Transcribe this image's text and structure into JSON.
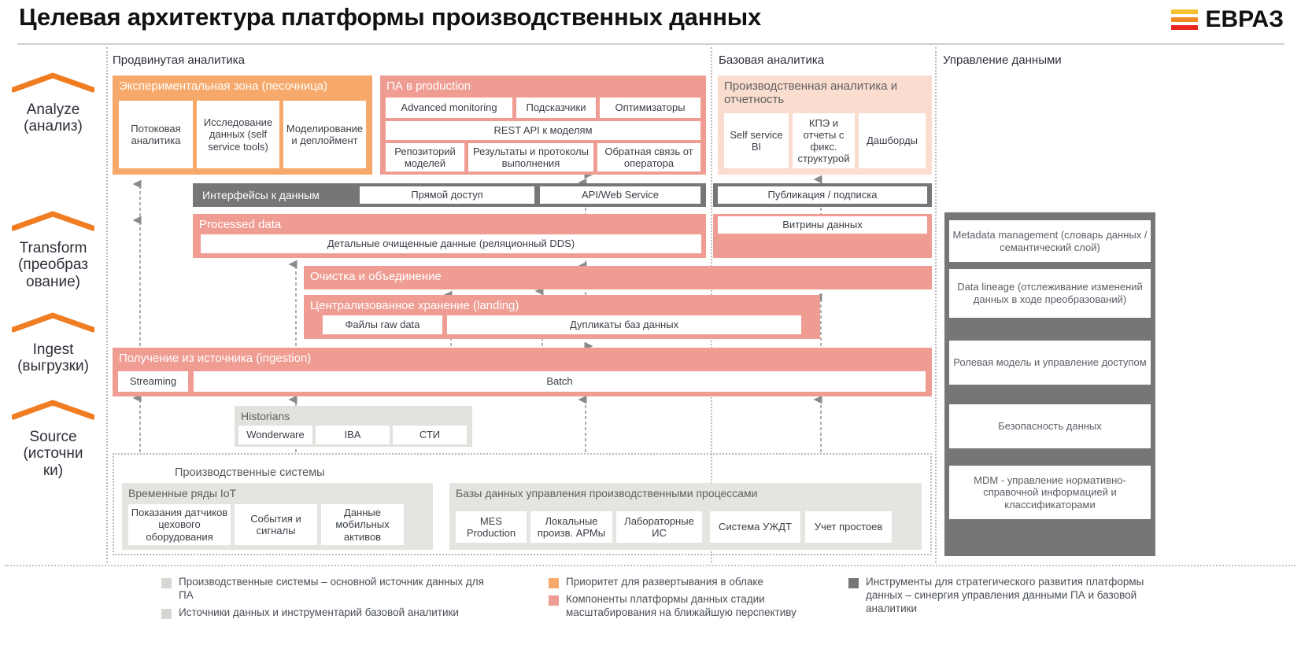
{
  "header": {
    "title": "Целевая архитектура платформы производственных данных",
    "logo_text": "ЕВРАЗ",
    "logo_colors": [
      "#f5c032",
      "#f08a23",
      "#e8261c"
    ]
  },
  "stages": [
    {
      "name": "Analyze",
      "ru": "(анализ)"
    },
    {
      "name": "Transform",
      "ru": "(преобраз",
      "ru2": "ование)"
    },
    {
      "name": "Ingest",
      "ru": "(выгрузки)"
    },
    {
      "name": "Source",
      "ru": "(источни",
      "ru2": "ки)"
    }
  ],
  "columns": {
    "advanced": "Продвинутая аналитика",
    "basic": "Базовая аналитика",
    "governance": "Управление данными"
  },
  "sandbox": {
    "title": "Экспериментальная зона (песочница)",
    "items": [
      "Потоковая аналитика",
      "Исследование данных (self service tools)",
      "Моделирование и деплоймент"
    ]
  },
  "pa_production": {
    "title": "ПА в production",
    "row1": [
      "Advanced monitoring",
      "Подсказчики",
      "Оптимизаторы"
    ],
    "row2": "REST API к моделям",
    "row3": [
      "Репозиторий моделей",
      "Результаты и протоколы выполнения",
      "Обратная связь от оператора"
    ]
  },
  "basic_analytics": {
    "title": "Производственная аналитика и отчетность",
    "items": [
      "Self service BI",
      "КПЭ и отчеты с фикс. структурой",
      "Дашборды"
    ]
  },
  "interfaces": {
    "title": "Интерфейсы к данным",
    "items": [
      "Прямой доступ",
      "API/Web Service"
    ],
    "right_item": "Публикация / подписка"
  },
  "processed": {
    "title": "Processed data",
    "detail": "Детальные очищенные данные (реляционный DDS)",
    "marts": "Витрины данных"
  },
  "cleanse": {
    "title": "Очистка и объединение"
  },
  "landing": {
    "title": "Централизованное хранение (landing)",
    "items": [
      "Файлы raw data",
      "Дупликаты баз данных"
    ]
  },
  "ingestion": {
    "title": "Получение из источника (ingestion)",
    "items": [
      "Streaming",
      "Batch"
    ]
  },
  "historians": {
    "title": "Historians",
    "items": [
      "Wonderware",
      "IBA",
      "СТИ"
    ]
  },
  "production_systems": {
    "title": "Производственные системы",
    "iot": {
      "title": "Временные ряды IoT",
      "items": [
        "Показания датчиков цехового оборудования",
        "События и сигналы",
        "Данные мобильных активов"
      ]
    },
    "dbs": {
      "title": "Базы данных управления производственными процессами",
      "items": [
        "MES Production",
        "Локальные произв. АРМы",
        "Лабораторные ИС",
        "Система УЖДТ",
        "Учет простоев"
      ]
    }
  },
  "governance": {
    "items": [
      "Metadata management (словарь данных / семантический слой)",
      "Data lineage (отслеживание изменений данных в ходе преобразований)",
      "Ролевая модель и управление доступом",
      "Безопасность данных",
      "MDM - управление нормативно-справочной информацией и классификаторами"
    ]
  },
  "legend": {
    "col1": [
      {
        "color": "#d8d6d2",
        "text": "Производственные системы – основной источник данных для ПА"
      },
      {
        "color": "#d8d6d2",
        "text": "Источники данных и инструментарий базовой аналитики"
      }
    ],
    "col2": [
      {
        "color": "#f6a96a",
        "text": "Приоритет для развертывания в облаке"
      },
      {
        "color": "#ef9d93",
        "text": "Компоненты платформы данных стадии масштабирования на ближайшую перспективу"
      }
    ],
    "col3": [
      {
        "color": "#767676",
        "text": "Инструменты для стратегического развития платформы данных – синергия управления данными ПА и базовой аналитики"
      }
    ]
  }
}
